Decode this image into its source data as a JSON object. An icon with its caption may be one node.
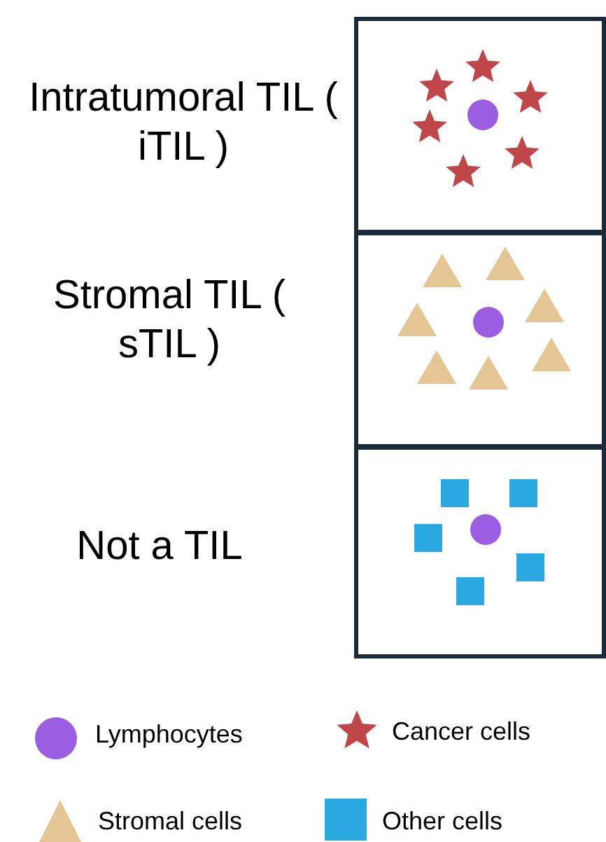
{
  "diagram": {
    "nodes": [
      {
        "text": [],
        "shape": "box",
        "beside": [
          "Intratumoral TIL ( iTIL )"
        ]
      },
      {
        "text": [],
        "shape": "box",
        "beside": [
          "Stromal TIL ( sTIL )"
        ]
      },
      {
        "text": [],
        "shape": "box",
        "beside": [
          "Not a TIL"
        ]
      }
    ],
    "legend": [
      {
        "text": "Lymphocytes"
      },
      {
        "text": "Cancer cells"
      },
      {
        "text": "Stromal cells"
      },
      {
        "text": "Other cells"
      }
    ]
  }
}
